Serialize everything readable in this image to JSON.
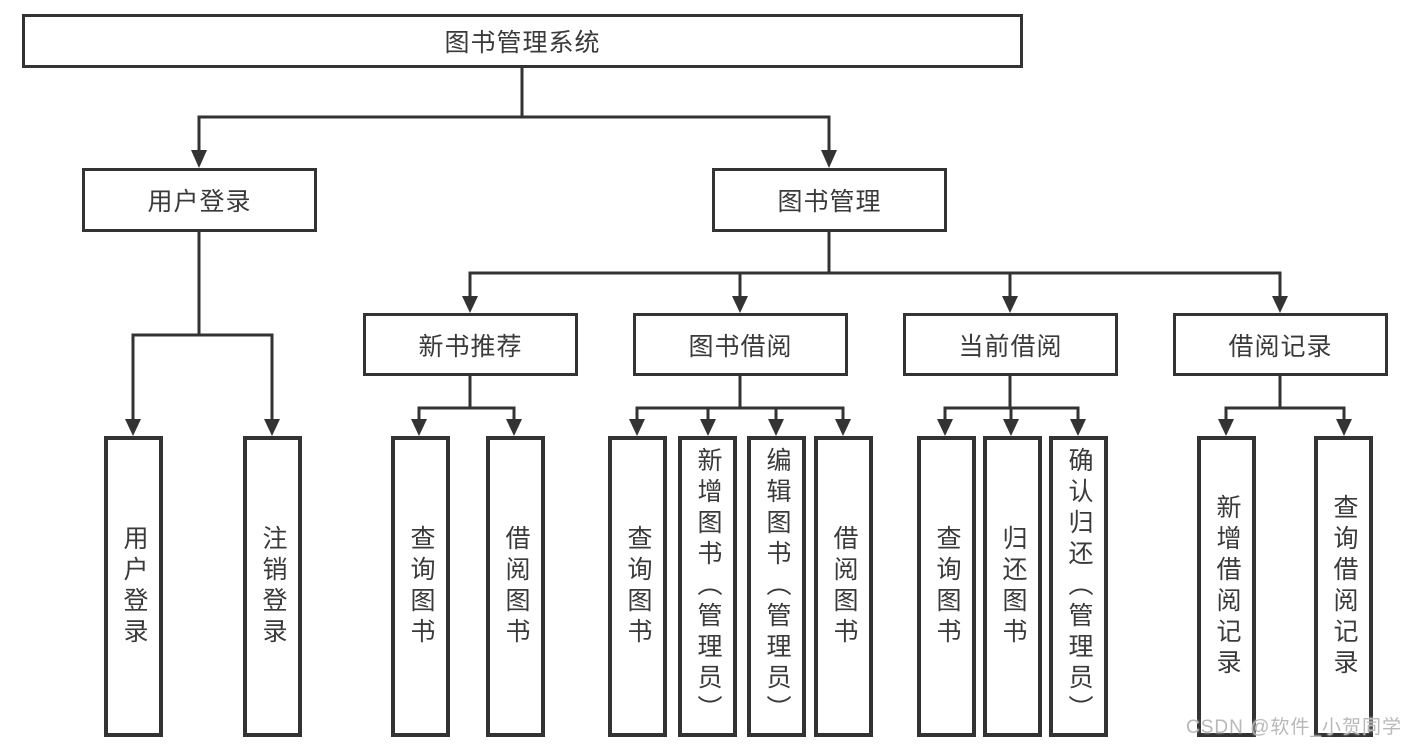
{
  "diagram": {
    "root": "图书管理系统",
    "branches": [
      {
        "label": "用户登录",
        "children": [
          "用户登录",
          "注销登录"
        ]
      },
      {
        "label": "图书管理",
        "children": [
          {
            "label": "新书推荐",
            "children": [
              "查询图书",
              "借阅图书"
            ]
          },
          {
            "label": "图书借阅",
            "children": [
              "查询图书",
              "新增图书（管理员）",
              "编辑图书（管理员）",
              "借阅图书"
            ]
          },
          {
            "label": "当前借阅",
            "children": [
              "查询图书",
              "归还图书",
              "确认归还（管理员）"
            ]
          },
          {
            "label": "借阅记录",
            "children": [
              "新增借阅记录",
              "查询借阅记录"
            ]
          }
        ]
      }
    ],
    "colors": {
      "line": "#333333",
      "box_border": "#333333",
      "text": "#3a3a3a",
      "background": "#ffffff",
      "watermark": "#b9b9b9"
    }
  },
  "watermark": {
    "text": "CSDN @软件_小贺同学"
  }
}
